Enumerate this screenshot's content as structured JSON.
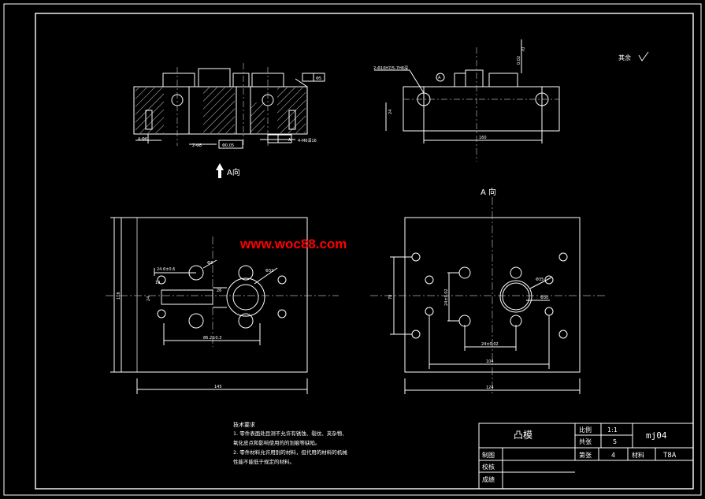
{
  "sheet": {
    "background": "#000000",
    "line_color": "#ffffff",
    "centerline_color": "#b0b0b0",
    "hatch_color": "#ffffff"
  },
  "front_view": {
    "label_a_direction": "A向",
    "dim_4x6": "4-Φ6",
    "dim_2x58": "2-Φ8",
    "dim_small": "Φ5",
    "tol_box": "Φ0.05",
    "tol_ref": "A",
    "dim_4xm6": "4-M6深16"
  },
  "side_view": {
    "note_holes": "2-Φ10H7/5-7H6深",
    "datum": "A",
    "dim_160": "160",
    "dim_left": "24",
    "dim_top": "0.02",
    "height_note": "70"
  },
  "roughness": {
    "label": "其余"
  },
  "plan_left": {
    "dim_width": "145",
    "dim_height": "118",
    "dim_bottom": "86.2±0.3",
    "dim_top": "24.6±0.6",
    "dim_center": "26",
    "dim_r": "Φ3",
    "dim_r2": "Φ32",
    "dim_small_h": "24",
    "dim_small_v": "19"
  },
  "plan_right": {
    "title": "A 向",
    "dim_width": "124",
    "dim_inner": "104",
    "dim_h": "70",
    "dim_bottom": "24±0.02",
    "dim_left": "24±0.02",
    "dim_dia": "Φ35",
    "dim_r": "Φ30"
  },
  "watermark": {
    "text": "www.woc88.com",
    "color": "#ff0000"
  },
  "tech_notes": {
    "heading": "技术要求",
    "line1": "1. 零件表面处目测不允许有锈蚀、裂纹、夹杂物、",
    "line2": "氧化皮点和影响使用的的划痕等缺陷。",
    "line3": "2. 零件材料允许用别的材料，但代用的材料的机械",
    "line4": "性能不能低于规定的材料。"
  },
  "title_block": {
    "part_name": "凸模",
    "scale_label": "比例",
    "scale_value": "1:1",
    "total_label": "共张",
    "total_value": "5",
    "sheet_label": "第张",
    "sheet_value": "4",
    "material_label": "材料",
    "material_value": "T8A",
    "drawing_no": "mj04",
    "drawn_label": "制图",
    "checked_label": "校核",
    "approved_label": "成绩"
  }
}
